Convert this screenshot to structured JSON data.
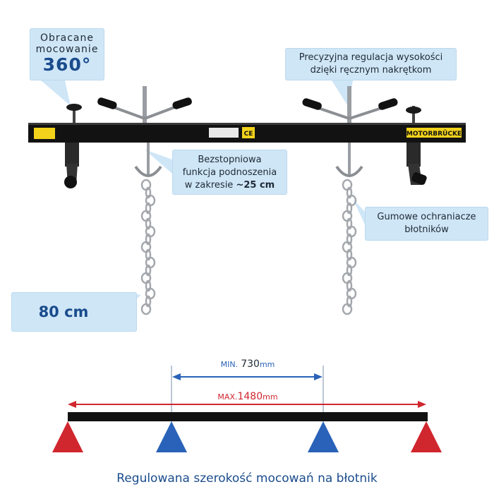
{
  "callouts": {
    "rotation": {
      "line1": "Obracane",
      "line2": "mocowanie",
      "value": "360°"
    },
    "height": {
      "line1": "Precyzyjna regulacja wysokości",
      "line2": "dzięki ręcznym nakrętkom"
    },
    "lift": {
      "line1": "Bezstopniowa",
      "line2": "funkcja podnoszenia",
      "line3_prefix": "w zakresie ",
      "line3_value": "~25 cm"
    },
    "guard": {
      "line1": "Gumowe ochraniacze",
      "line2": "błotników"
    },
    "length": {
      "value": "80 cm"
    }
  },
  "beam": {
    "brand_label": "MOTORBRÜCKE",
    "ce_mark": "CE"
  },
  "dimensions": {
    "min": {
      "label": "MIN.",
      "value": "730",
      "unit": "mm"
    },
    "max": {
      "label": "MAX.",
      "value": "1480",
      "unit": "mm"
    }
  },
  "caption": "Regulowana szerokość mocowań na błotnik",
  "colors": {
    "callout_bg": "#cfe6f7",
    "accent_blue": "#2962b8",
    "accent_red": "#d0262e",
    "title_blue": "#1a4c8c"
  },
  "icons": [
    "chain-icon",
    "handle-icon",
    "support-triangle-icon"
  ]
}
